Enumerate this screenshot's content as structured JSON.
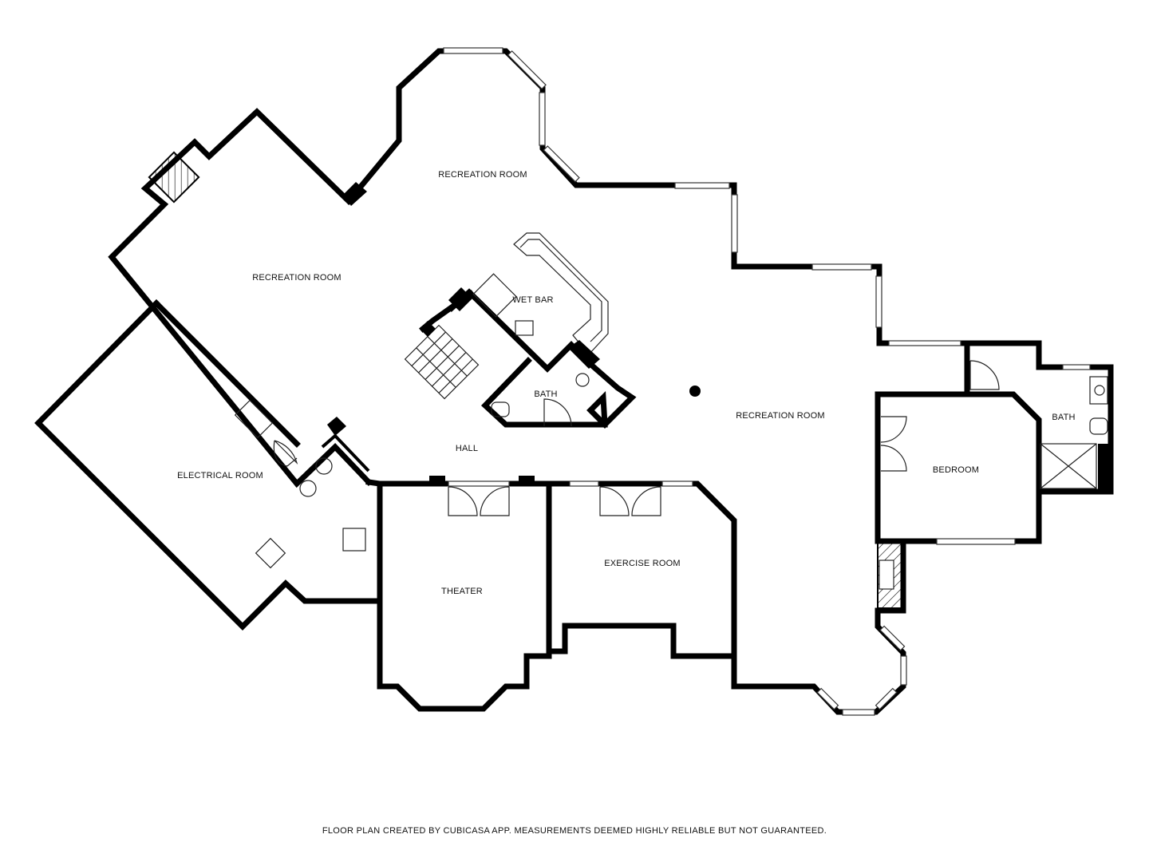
{
  "rooms": {
    "recreation_top": "RECREATION ROOM",
    "recreation_left": "RECREATION ROOM",
    "recreation_right": "RECREATION ROOM",
    "wet_bar": "WET BAR",
    "bath_center": "BATH",
    "hall": "HALL",
    "electrical": "ELECTRICAL ROOM",
    "theater": "THEATER",
    "exercise": "EXERCISE ROOM",
    "bedroom": "BEDROOM",
    "bath_right": "BATH"
  },
  "footer": {
    "disclaimer": "FLOOR PLAN CREATED BY CUBICASA APP. MEASUREMENTS DEEMED HIGHLY RELIABLE BUT NOT GUARANTEED."
  }
}
